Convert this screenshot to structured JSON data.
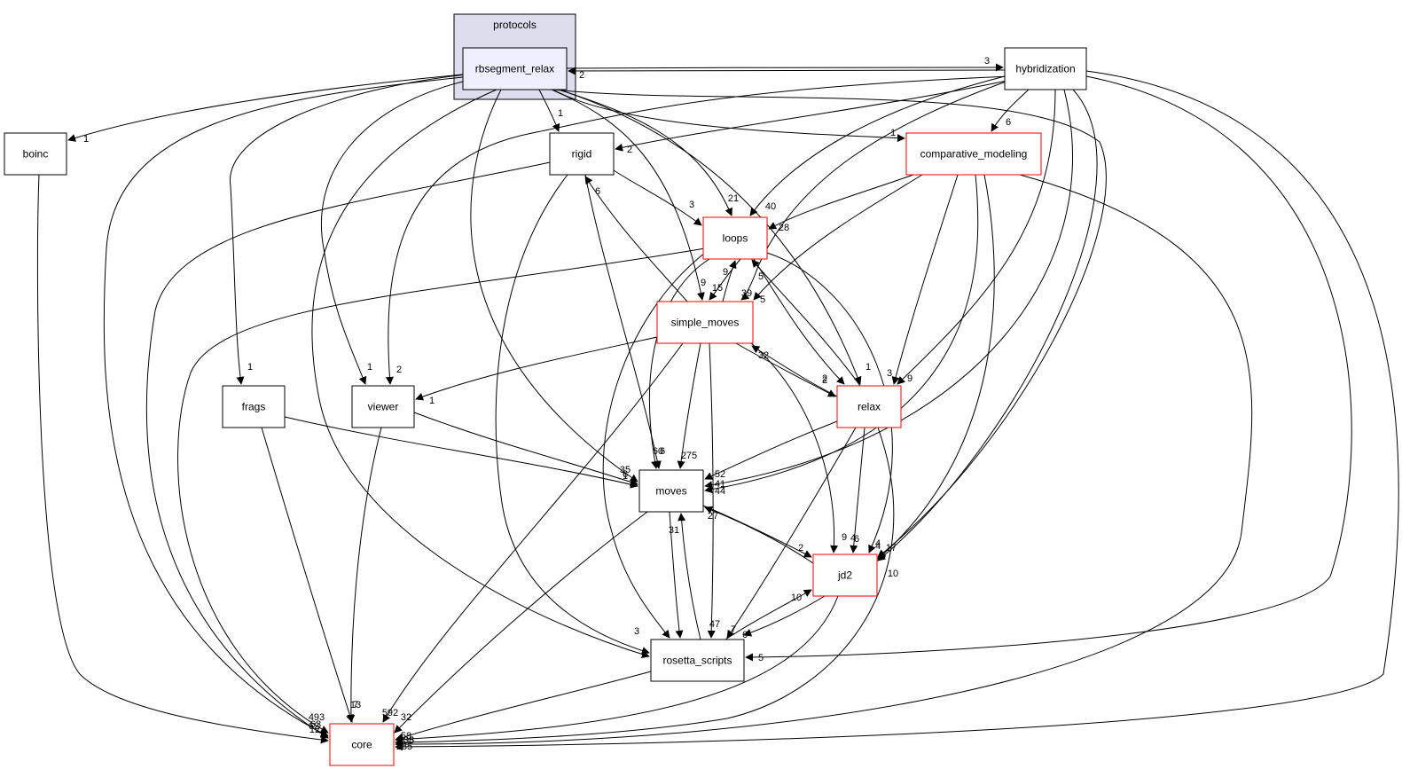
{
  "cluster": {
    "label": "protocols"
  },
  "nodes": [
    {
      "id": "rbsegment_relax",
      "label": "rbsegment_relax",
      "fill": "#eeeeff",
      "stroke": "#000000",
      "in_cluster": true
    },
    {
      "id": "hybridization",
      "label": "hybridization",
      "fill": "#ffffff",
      "stroke": "#000000"
    },
    {
      "id": "boinc",
      "label": "boinc",
      "fill": "#ffffff",
      "stroke": "#000000"
    },
    {
      "id": "rigid",
      "label": "rigid",
      "fill": "#ffffff",
      "stroke": "#000000"
    },
    {
      "id": "comparative_modeling",
      "label": "comparative_modeling",
      "fill": "#ffffff",
      "stroke": "#ff0000"
    },
    {
      "id": "loops",
      "label": "loops",
      "fill": "#ffffff",
      "stroke": "#ff0000"
    },
    {
      "id": "simple_moves",
      "label": "simple_moves",
      "fill": "#ffffff",
      "stroke": "#ff0000"
    },
    {
      "id": "frags",
      "label": "frags",
      "fill": "#ffffff",
      "stroke": "#000000"
    },
    {
      "id": "viewer",
      "label": "viewer",
      "fill": "#ffffff",
      "stroke": "#000000"
    },
    {
      "id": "relax",
      "label": "relax",
      "fill": "#ffffff",
      "stroke": "#ff0000"
    },
    {
      "id": "moves",
      "label": "moves",
      "fill": "#ffffff",
      "stroke": "#000000"
    },
    {
      "id": "jd2",
      "label": "jd2",
      "fill": "#ffffff",
      "stroke": "#ff0000"
    },
    {
      "id": "rosetta_scripts",
      "label": "rosetta_scripts",
      "fill": "#ffffff",
      "stroke": "#000000"
    },
    {
      "id": "core",
      "label": "core",
      "fill": "#ffffff",
      "stroke": "#ff0000"
    }
  ],
  "edges": [
    {
      "from": "rbsegment_relax",
      "to": "hybridization",
      "label": "3"
    },
    {
      "from": "hybridization",
      "to": "rbsegment_relax",
      "label": "2"
    },
    {
      "from": "rbsegment_relax",
      "to": "boinc",
      "label": "1"
    },
    {
      "from": "rbsegment_relax",
      "to": "rigid",
      "label": "1"
    },
    {
      "from": "rbsegment_relax",
      "to": "comparative_modeling",
      "label": "1"
    },
    {
      "from": "rbsegment_relax",
      "to": "loops",
      "label": "21"
    },
    {
      "from": "rbsegment_relax",
      "to": "simple_moves",
      "label": "9"
    },
    {
      "from": "rbsegment_relax",
      "to": "frags",
      "label": "1"
    },
    {
      "from": "rbsegment_relax",
      "to": "viewer",
      "label": "1"
    },
    {
      "from": "rbsegment_relax",
      "to": "relax",
      "label": "1"
    },
    {
      "from": "rbsegment_relax",
      "to": "moves",
      "label": "35"
    },
    {
      "from": "rbsegment_relax",
      "to": "jd2",
      "label": "4"
    },
    {
      "from": "rbsegment_relax",
      "to": "rosetta_scripts",
      "label": "3"
    },
    {
      "from": "rbsegment_relax",
      "to": "core",
      "label": "62"
    },
    {
      "from": "hybridization",
      "to": "rigid",
      "label": "2"
    },
    {
      "from": "hybridization",
      "to": "comparative_modeling",
      "label": "6"
    },
    {
      "from": "hybridization",
      "to": "loops",
      "label": "40"
    },
    {
      "from": "hybridization",
      "to": "simple_moves",
      "label": "39"
    },
    {
      "from": "hybridization",
      "to": "viewer",
      "label": "2"
    },
    {
      "from": "hybridization",
      "to": "relax",
      "label": "9"
    },
    {
      "from": "hybridization",
      "to": "moves",
      "label": "52"
    },
    {
      "from": "hybridization",
      "to": "jd2",
      "label": "17"
    },
    {
      "from": "hybridization",
      "to": "rosetta_scripts",
      "label": "5"
    },
    {
      "from": "hybridization",
      "to": "core",
      "label": "285"
    },
    {
      "from": "boinc",
      "to": "core",
      "label": "12"
    },
    {
      "from": "rigid",
      "to": "loops",
      "label": "3"
    },
    {
      "from": "rigid",
      "to": "moves",
      "label": "60"
    },
    {
      "from": "rigid",
      "to": "rosetta_scripts",
      "label": "1"
    },
    {
      "from": "rigid",
      "to": "core",
      "label": "493"
    },
    {
      "from": "comparative_modeling",
      "to": "loops",
      "label": "28"
    },
    {
      "from": "comparative_modeling",
      "to": "simple_moves",
      "label": "5"
    },
    {
      "from": "comparative_modeling",
      "to": "relax",
      "label": "3"
    },
    {
      "from": "comparative_modeling",
      "to": "moves",
      "label": "44"
    },
    {
      "from": "comparative_modeling",
      "to": "jd2",
      "label": "4"
    },
    {
      "from": "comparative_modeling",
      "to": "core",
      "label": "238"
    },
    {
      "from": "loops",
      "to": "simple_moves",
      "label": "15"
    },
    {
      "from": "loops",
      "to": "relax",
      "label": "2"
    },
    {
      "from": "loops",
      "to": "moves",
      "label": "6"
    },
    {
      "from": "loops",
      "to": "jd2",
      "label": "4"
    },
    {
      "from": "loops",
      "to": "rosetta_scripts",
      "label": "2"
    },
    {
      "from": "loops",
      "to": "core",
      "label": "63"
    },
    {
      "from": "simple_moves",
      "to": "rigid",
      "label": "6"
    },
    {
      "from": "simple_moves",
      "to": "loops",
      "label": "9"
    },
    {
      "from": "simple_moves",
      "to": "viewer",
      "label": "1"
    },
    {
      "from": "simple_moves",
      "to": "relax",
      "label": "2"
    },
    {
      "from": "simple_moves",
      "to": "moves",
      "label": "275"
    },
    {
      "from": "simple_moves",
      "to": "jd2",
      "label": "9"
    },
    {
      "from": "simple_moves",
      "to": "rosetta_scripts",
      "label": "47"
    },
    {
      "from": "simple_moves",
      "to": "core",
      "label": "592"
    },
    {
      "from": "frags",
      "to": "moves",
      "label": "6"
    },
    {
      "from": "frags",
      "to": "core",
      "label": "13"
    },
    {
      "from": "viewer",
      "to": "moves",
      "label": "1"
    },
    {
      "from": "viewer",
      "to": "core",
      "label": "7"
    },
    {
      "from": "relax",
      "to": "loops",
      "label": "5"
    },
    {
      "from": "relax",
      "to": "simple_moves",
      "label": "32"
    },
    {
      "from": "relax",
      "to": "moves",
      "label": "41"
    },
    {
      "from": "relax",
      "to": "jd2",
      "label": "6"
    },
    {
      "from": "relax",
      "to": "rosetta_scripts",
      "label": "7"
    },
    {
      "from": "relax",
      "to": "core",
      "label": "10"
    },
    {
      "from": "moves",
      "to": "jd2",
      "label": "2"
    },
    {
      "from": "moves",
      "to": "rosetta_scripts",
      "label": "2"
    },
    {
      "from": "moves",
      "to": "core",
      "label": "32"
    },
    {
      "from": "jd2",
      "to": "moves",
      "label": "27"
    },
    {
      "from": "jd2",
      "to": "rosetta_scripts",
      "label": "6"
    },
    {
      "from": "jd2",
      "to": "core",
      "label": "58"
    },
    {
      "from": "rosetta_scripts",
      "to": "moves",
      "label": "31"
    },
    {
      "from": "rosetta_scripts",
      "to": "jd2",
      "label": "10"
    },
    {
      "from": "rosetta_scripts",
      "to": "core",
      "label": "205"
    }
  ]
}
